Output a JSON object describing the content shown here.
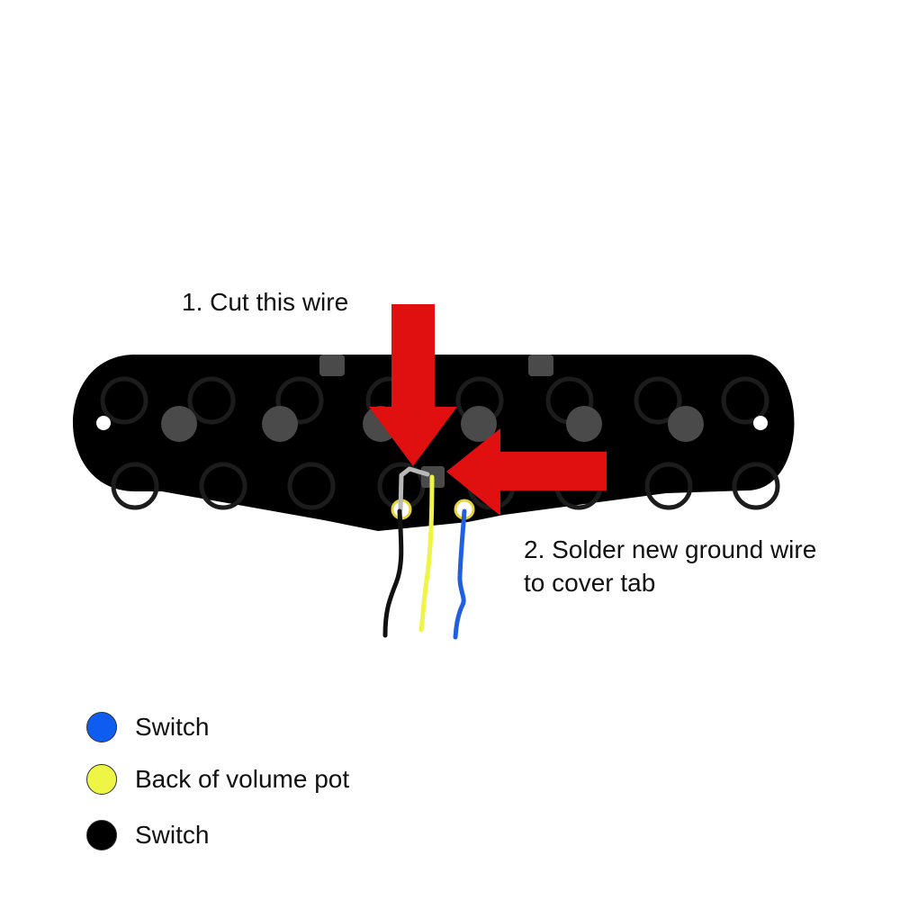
{
  "annotations": {
    "cut": "1. Cut this wire",
    "solder_line1": "2. Solder new ground wire",
    "solder_line2": "to cover tab"
  },
  "colors": {
    "baseplate": "#000000",
    "pole_piece": "#4a4a4a",
    "arrow": "#e01010",
    "wire_blue": "#1f5fe0",
    "wire_yellow": "#eef544",
    "wire_black": "#111111",
    "wire_gray": "#b8b8b8"
  },
  "legend": [
    {
      "label": "Switch",
      "color": "#0f5cf0"
    },
    {
      "label": "Back of volume pot",
      "color": "#eef544"
    },
    {
      "label": "Switch",
      "color": "#000000"
    }
  ]
}
